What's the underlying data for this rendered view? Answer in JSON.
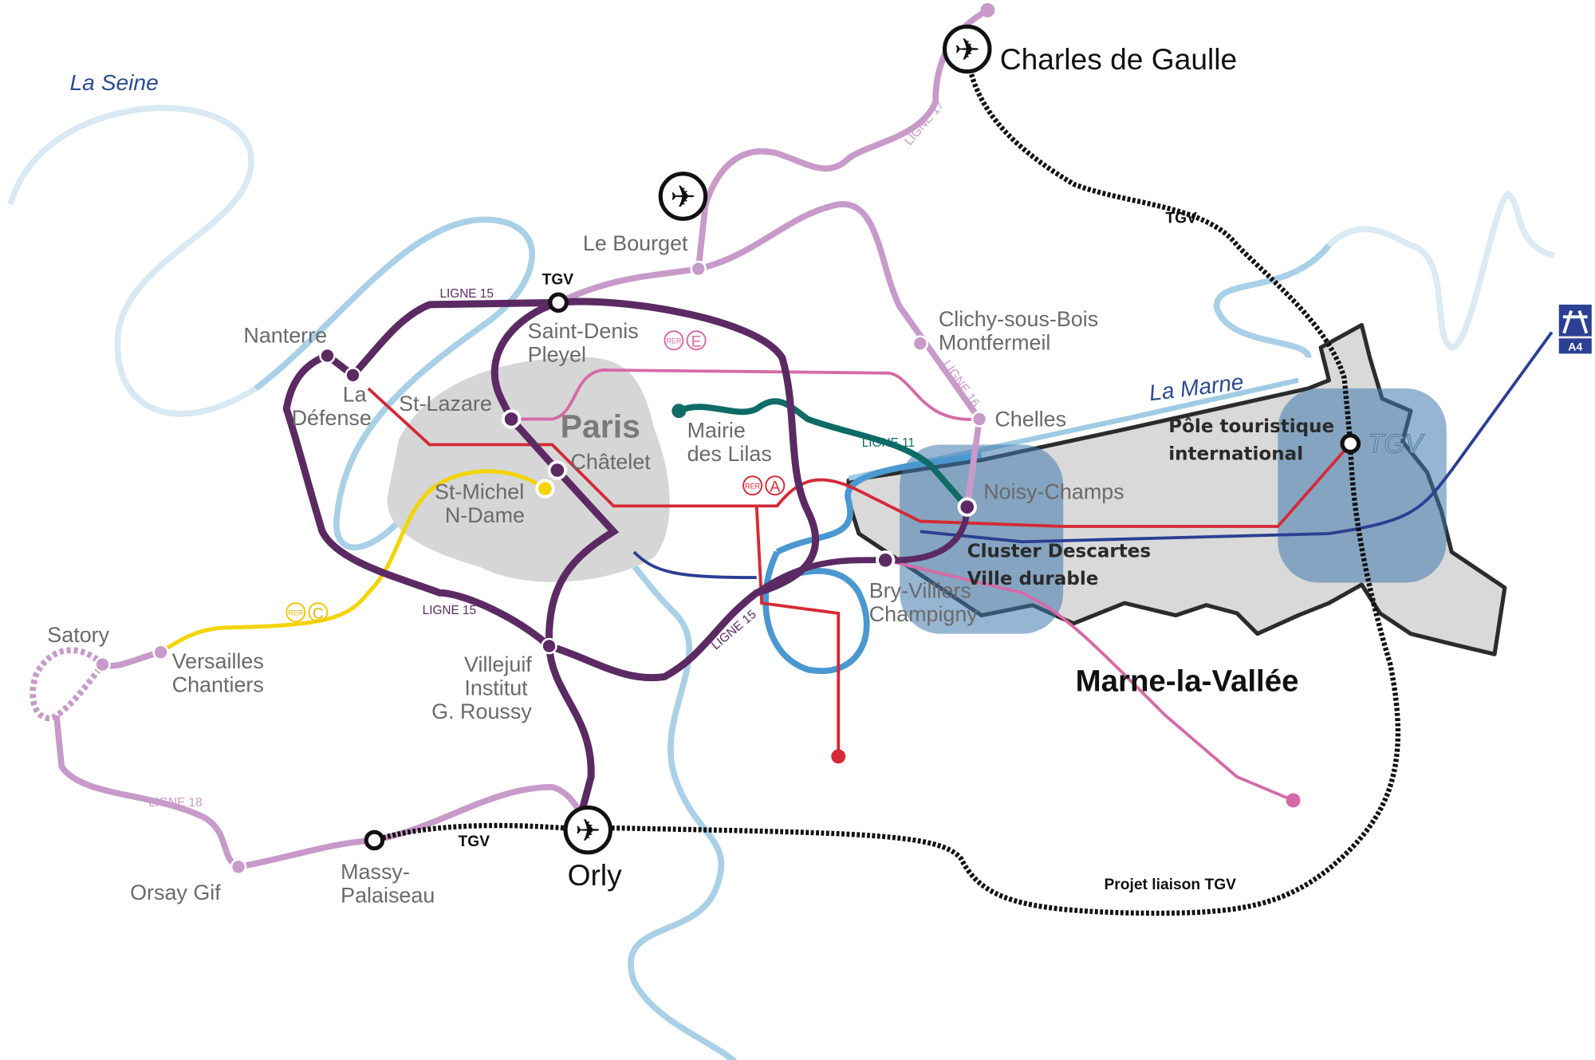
{
  "rivers": {
    "seine": "La Seine",
    "marne": "La Marne"
  },
  "region": {
    "title": "Marne-la-Vallée",
    "pole": [
      "Pôle touristique",
      "international"
    ],
    "cluster": [
      "Cluster Descartes",
      "Ville durable"
    ]
  },
  "paris_label": "Paris",
  "airports": {
    "cdg": "Charles de Gaulle",
    "orly": "Orly",
    "bourget_icon": "airplane-icon"
  },
  "stations": {
    "le_bourget": "Le Bourget",
    "saint_denis": [
      "Saint-Denis",
      "Pleyel"
    ],
    "nanterre": "Nanterre",
    "la_defense": [
      "La",
      "Défense"
    ],
    "st_lazare": "St-Lazare",
    "chatelet": "Châtelet",
    "st_michel": [
      "St-Michel",
      "N-Dame"
    ],
    "mairie_lilas": [
      "Mairie",
      "des Lilas"
    ],
    "clichy": [
      "Clichy-sous-Bois",
      "Montfermeil"
    ],
    "chelles": "Chelles",
    "noisy": "Noisy-Champs",
    "bry": [
      "Bry-Villiers",
      "Champigny"
    ],
    "satory": "Satory",
    "versailles": [
      "Versailles",
      "Chantiers"
    ],
    "villejuif": [
      "Villejuif",
      "Institut",
      "G. Roussy"
    ],
    "orsay": "Orsay Gif",
    "massy": [
      "Massy-",
      "Palaiseau"
    ]
  },
  "line_labels": {
    "l15_top": "LIGNE 15",
    "l15_left": "LIGNE 15",
    "l15_bottom": "LIGNE 15",
    "l17": "LIGNE 17",
    "l16": "LIGNE 16",
    "l11": "LIGNE 11",
    "l18": "LIGNE 18",
    "tgv_top": "TGV",
    "tgv_sd": "TGV",
    "tgv_massy": "TGV",
    "tgv_projet": "Projet liaison TGV",
    "tgv_logo": "TGV"
  },
  "rer": {
    "rer": "RER",
    "e": "E",
    "a": "A",
    "c": "C"
  },
  "motorway": "A4",
  "colors": {
    "ligne15": "#5b2a63",
    "ligne16_17_18": "#c79ac9",
    "rer_a": "#d42a35",
    "rer_e": "#d66aa7",
    "rer_c": "#f2d40a",
    "ligne11": "#0e6b66",
    "river": "#9fcbe3",
    "a4": "#2b3f93",
    "zone": "#6f9bc4"
  }
}
